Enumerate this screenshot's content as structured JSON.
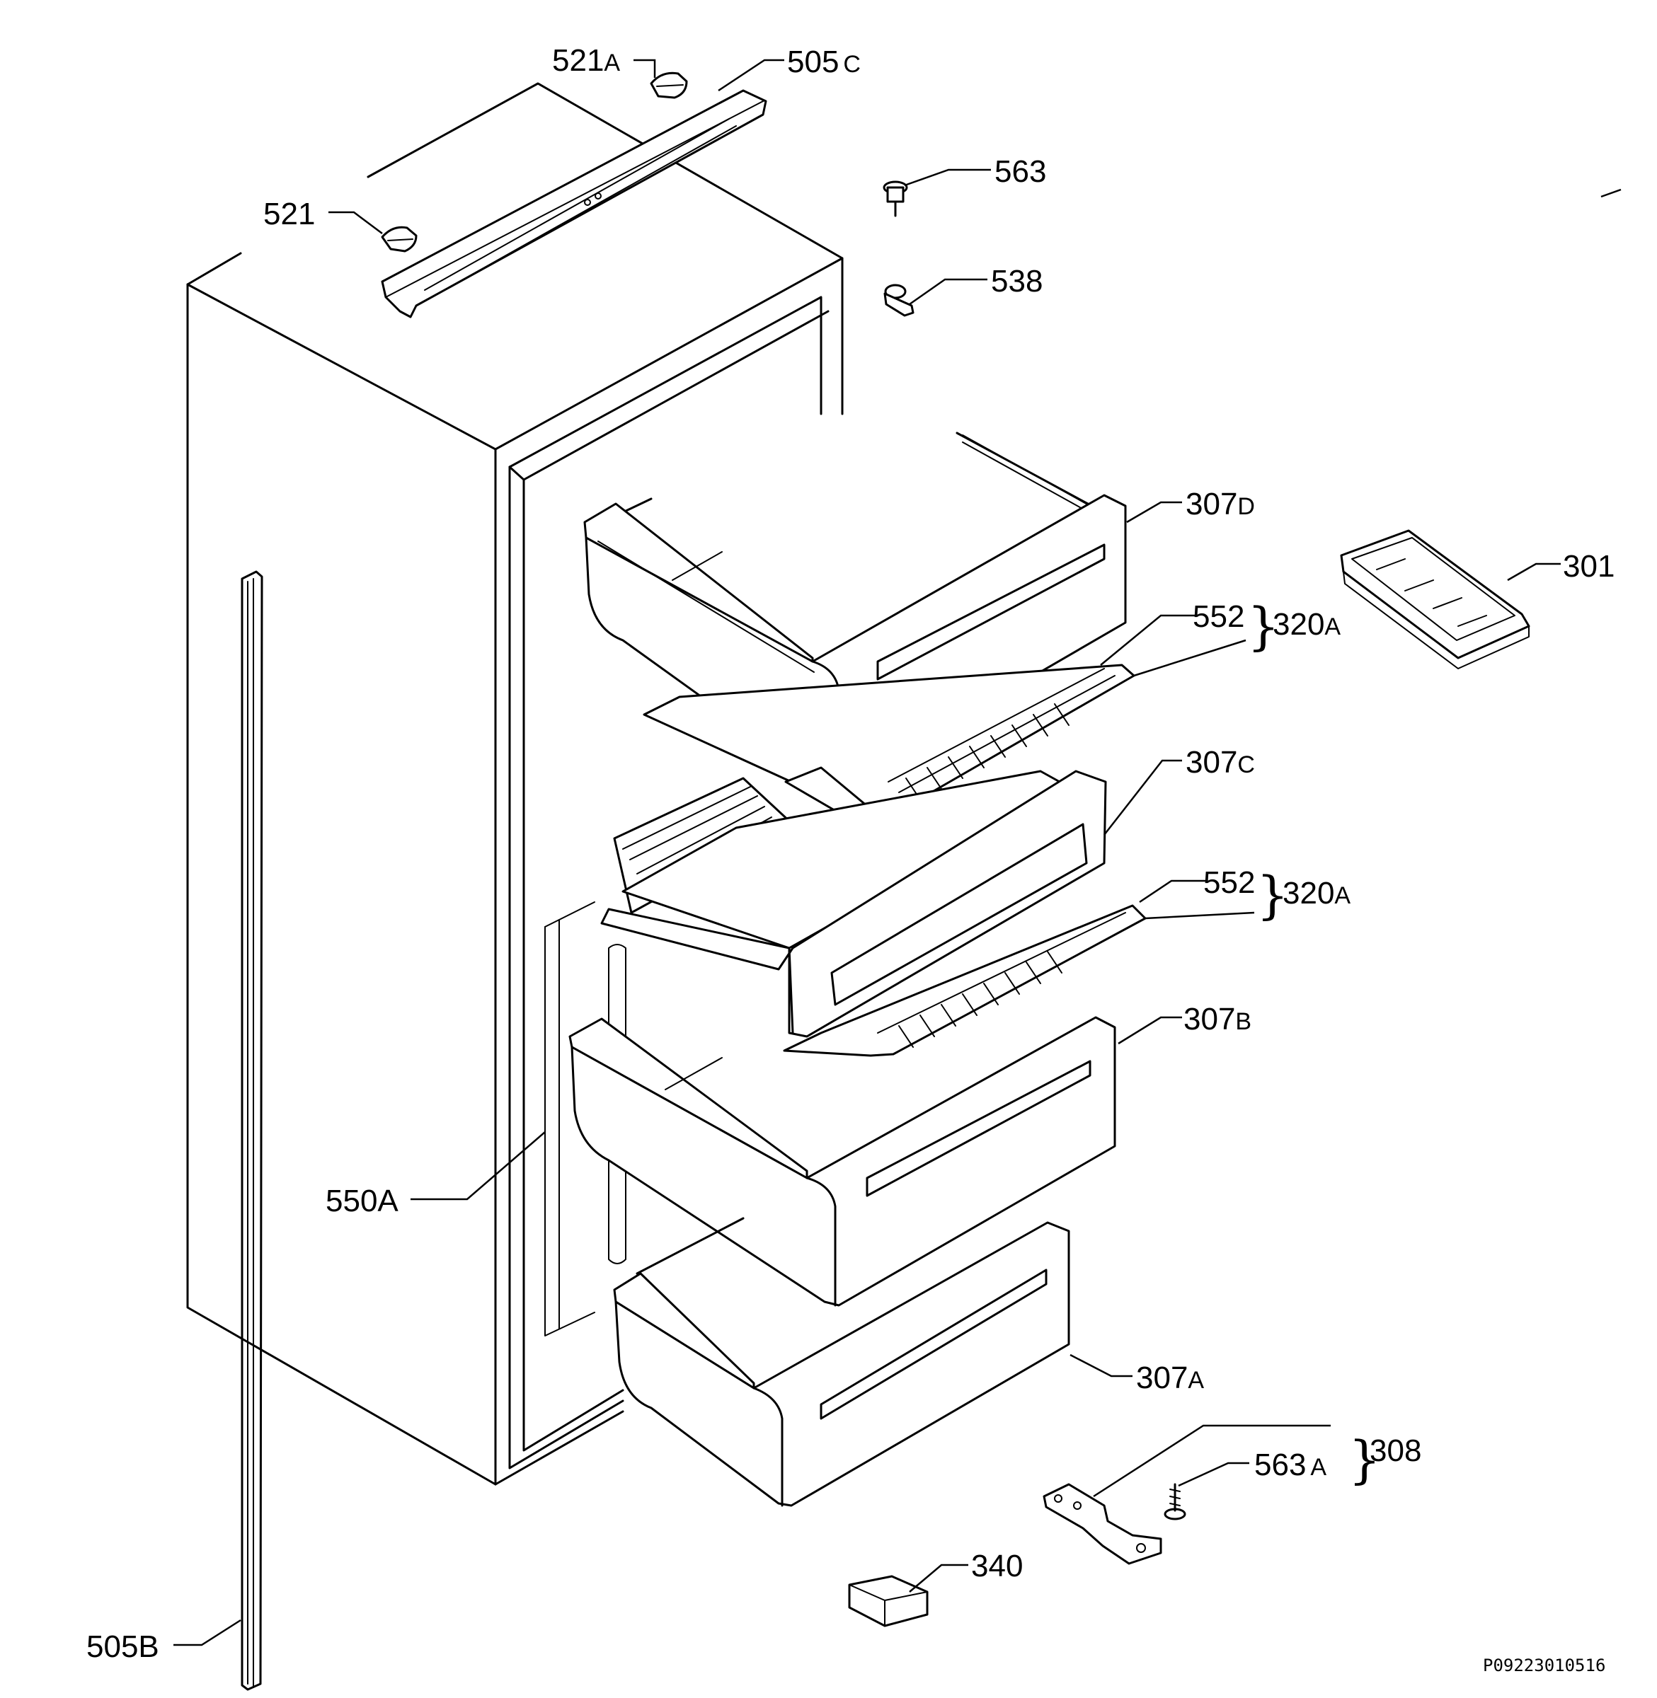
{
  "parts": [
    {
      "id": "p521a",
      "num": "521",
      "suffix": "A"
    },
    {
      "id": "p505c",
      "num": "505",
      "suffix": "C"
    },
    {
      "id": "p563",
      "num": "563",
      "suffix": ""
    },
    {
      "id": "p521",
      "num": "521",
      "suffix": ""
    },
    {
      "id": "p538",
      "num": "538",
      "suffix": ""
    },
    {
      "id": "p307d",
      "num": "307",
      "suffix": "D"
    },
    {
      "id": "p301",
      "num": "301",
      "suffix": ""
    },
    {
      "id": "p552a",
      "num": "552",
      "suffix": ""
    },
    {
      "id": "p320a1",
      "num": "320",
      "suffix": "A"
    },
    {
      "id": "p307c",
      "num": "307",
      "suffix": "C"
    },
    {
      "id": "p552b",
      "num": "552",
      "suffix": ""
    },
    {
      "id": "p320a2",
      "num": "320",
      "suffix": "A"
    },
    {
      "id": "p307b",
      "num": "307",
      "suffix": "B"
    },
    {
      "id": "p550a",
      "num": "550A",
      "suffix": ""
    },
    {
      "id": "p307a",
      "num": "307",
      "suffix": "A"
    },
    {
      "id": "p308",
      "num": "308",
      "suffix": ""
    },
    {
      "id": "p563a",
      "num": "563",
      "suffix": "A"
    },
    {
      "id": "p340",
      "num": "340",
      "suffix": ""
    },
    {
      "id": "p505b",
      "num": "505B",
      "suffix": ""
    }
  ],
  "drawing_code": "P09223010516"
}
